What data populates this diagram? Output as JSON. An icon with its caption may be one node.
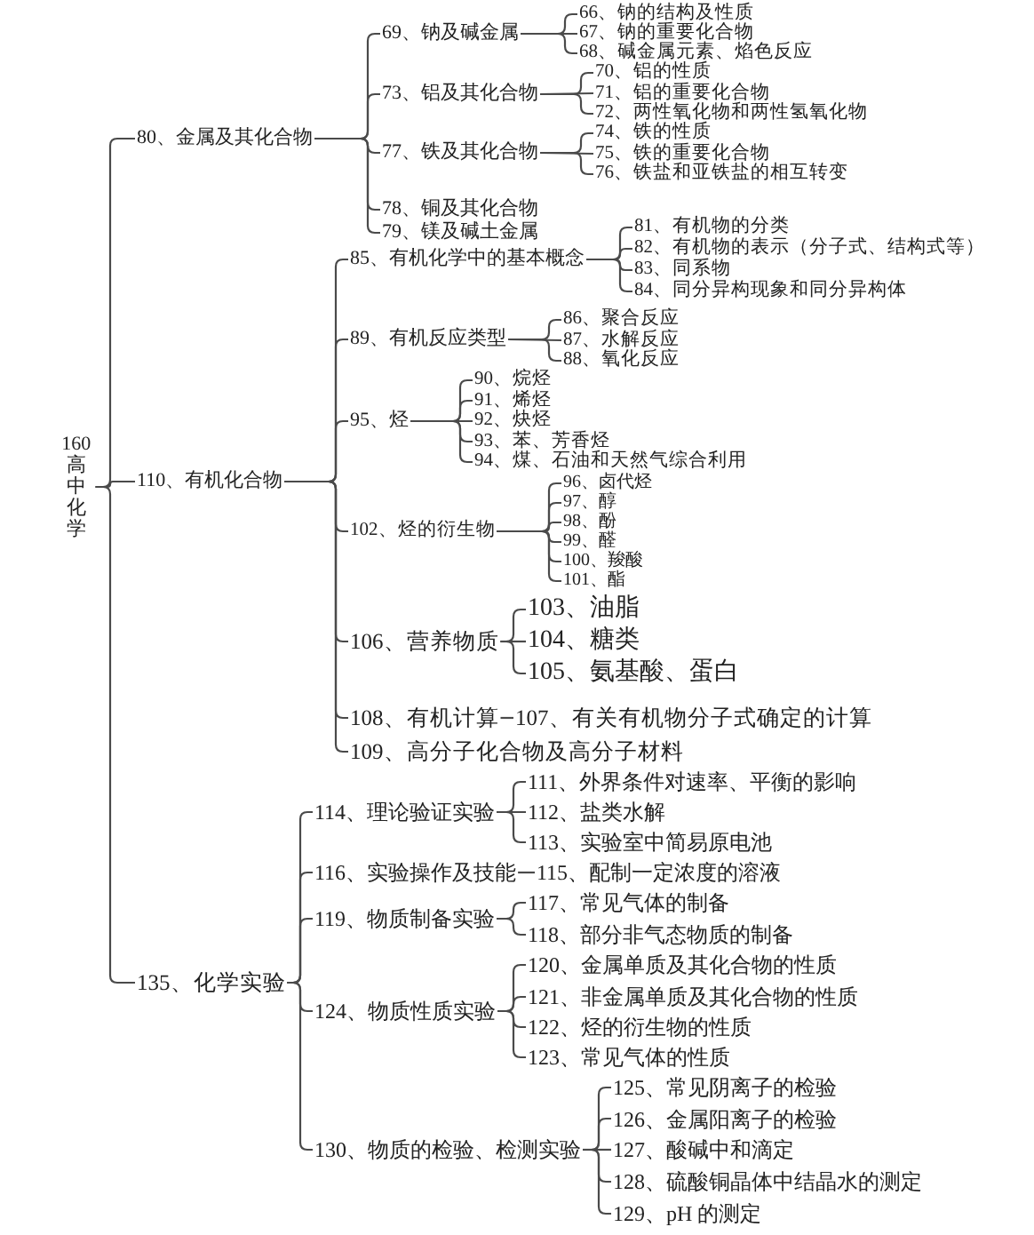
{
  "diagram": {
    "nodes": [
      {
        "text": [
          "160高中化学"
        ]
      },
      {
        "text": [
          "80、金属及其化合物"
        ]
      },
      {
        "text": [
          "69、钠及碱金属"
        ]
      },
      {
        "text": [
          "66、钠的结构及性质"
        ]
      },
      {
        "text": [
          "67、钠的重要化合物"
        ]
      },
      {
        "text": [
          "68、碱金属元素、焰色反应"
        ]
      },
      {
        "text": [
          "73、铝及其化合物"
        ]
      },
      {
        "text": [
          "70、铝的性质"
        ]
      },
      {
        "text": [
          "71、铝的重要化合物"
        ]
      },
      {
        "text": [
          "72、两性氧化物和两性氢氧化物"
        ]
      },
      {
        "text": [
          "77、铁及其化合物"
        ]
      },
      {
        "text": [
          "74、铁的性质"
        ]
      },
      {
        "text": [
          "75、铁的重要化合物"
        ]
      },
      {
        "text": [
          "76、铁盐和亚铁盐的相互转变"
        ]
      },
      {
        "text": [
          "78、铜及其化合物"
        ]
      },
      {
        "text": [
          "79、镁及碱土金属"
        ]
      },
      {
        "text": [
          "110、有机化合物"
        ]
      },
      {
        "text": [
          "85、有机化学中的基本概念"
        ]
      },
      {
        "text": [
          "81、有机物的分类"
        ]
      },
      {
        "text": [
          "82、有机物的表示（分子式、结构式等）"
        ]
      },
      {
        "text": [
          "83、同系物"
        ]
      },
      {
        "text": [
          "84、同分异构现象和同分异构体"
        ]
      },
      {
        "text": [
          "89、有机反应类型"
        ]
      },
      {
        "text": [
          "86、聚合反应"
        ]
      },
      {
        "text": [
          "87、水解反应"
        ]
      },
      {
        "text": [
          "88、氧化反应"
        ]
      },
      {
        "text": [
          "95、烃"
        ]
      },
      {
        "text": [
          "90、烷烃"
        ]
      },
      {
        "text": [
          "91、烯烃"
        ]
      },
      {
        "text": [
          "92、炔烃"
        ]
      },
      {
        "text": [
          "93、苯、芳香烃"
        ]
      },
      {
        "text": [
          "94、煤、石油和天然气综合利用"
        ]
      },
      {
        "text": [
          "102、烃的衍生物"
        ]
      },
      {
        "text": [
          "96、卤代烃"
        ]
      },
      {
        "text": [
          "97、醇"
        ]
      },
      {
        "text": [
          "98、酚"
        ]
      },
      {
        "text": [
          "99、醛"
        ]
      },
      {
        "text": [
          "100、羧酸"
        ]
      },
      {
        "text": [
          "101、酯"
        ]
      },
      {
        "text": [
          "106、营养物质"
        ]
      },
      {
        "text": [
          "103、油脂"
        ]
      },
      {
        "text": [
          "104、糖类"
        ]
      },
      {
        "text": [
          "105、氨基酸、蛋白"
        ]
      },
      {
        "text": [
          "108、有机计算"
        ]
      },
      {
        "text": [
          "107、有关有机物分子式确定的计算"
        ]
      },
      {
        "text": [
          "109、高分子化合物及高分子材料"
        ]
      },
      {
        "text": [
          "135、化学实验"
        ]
      },
      {
        "text": [
          "114、理论验证实验"
        ]
      },
      {
        "text": [
          "111、外界条件对速率、平衡的影响"
        ]
      },
      {
        "text": [
          "112、盐类水解"
        ]
      },
      {
        "text": [
          "113、实验室中简易原电池"
        ]
      },
      {
        "text": [
          "116、实验操作及技能"
        ]
      },
      {
        "text": [
          "115、配制一定浓度的溶液"
        ]
      },
      {
        "text": [
          "119、物质制备实验"
        ]
      },
      {
        "text": [
          "117、常见气体的制备"
        ]
      },
      {
        "text": [
          "118、部分非气态物质的制备"
        ]
      },
      {
        "text": [
          "124、物质性质实验"
        ]
      },
      {
        "text": [
          "120、金属单质及其化合物的性质"
        ]
      },
      {
        "text": [
          "121、非金属单质及其化合物的性质"
        ]
      },
      {
        "text": [
          "122、烃的衍生物的性质"
        ]
      },
      {
        "text": [
          "123、常见气体的性质"
        ]
      },
      {
        "text": [
          "130、物质的检验、检测实验"
        ]
      },
      {
        "text": [
          "125、常见阴离子的检验"
        ]
      },
      {
        "text": [
          "126、金属阳离子的检验"
        ]
      },
      {
        "text": [
          "127、酸碱中和滴定"
        ]
      },
      {
        "text": [
          "128、硫酸铜晶体中结晶水的测定"
        ]
      },
      {
        "text": [
          "129、pH 的测定"
        ]
      }
    ],
    "edges": [
      {
        "from": 0,
        "to": 1,
        "arrow": "none"
      },
      {
        "from": 0,
        "to": 16,
        "arrow": "none"
      },
      {
        "from": 0,
        "to": 46,
        "arrow": "none"
      },
      {
        "from": 1,
        "to": 2,
        "arrow": "none"
      },
      {
        "from": 1,
        "to": 6,
        "arrow": "none"
      },
      {
        "from": 1,
        "to": 10,
        "arrow": "none"
      },
      {
        "from": 1,
        "to": 14,
        "arrow": "none"
      },
      {
        "from": 1,
        "to": 15,
        "arrow": "none"
      },
      {
        "from": 2,
        "to": 3,
        "arrow": "none"
      },
      {
        "from": 2,
        "to": 4,
        "arrow": "none"
      },
      {
        "from": 2,
        "to": 5,
        "arrow": "none"
      },
      {
        "from": 6,
        "to": 7,
        "arrow": "none"
      },
      {
        "from": 6,
        "to": 8,
        "arrow": "none"
      },
      {
        "from": 6,
        "to": 9,
        "arrow": "none"
      },
      {
        "from": 10,
        "to": 11,
        "arrow": "none"
      },
      {
        "from": 10,
        "to": 12,
        "arrow": "none"
      },
      {
        "from": 10,
        "to": 13,
        "arrow": "none"
      },
      {
        "from": 16,
        "to": 17,
        "arrow": "none"
      },
      {
        "from": 16,
        "to": 22,
        "arrow": "none"
      },
      {
        "from": 16,
        "to": 26,
        "arrow": "none"
      },
      {
        "from": 16,
        "to": 32,
        "arrow": "none"
      },
      {
        "from": 16,
        "to": 39,
        "arrow": "none"
      },
      {
        "from": 16,
        "to": 43,
        "arrow": "none"
      },
      {
        "from": 16,
        "to": 45,
        "arrow": "none"
      },
      {
        "from": 17,
        "to": 18,
        "arrow": "none"
      },
      {
        "from": 17,
        "to": 19,
        "arrow": "none"
      },
      {
        "from": 17,
        "to": 20,
        "arrow": "none"
      },
      {
        "from": 17,
        "to": 21,
        "arrow": "none"
      },
      {
        "from": 22,
        "to": 23,
        "arrow": "none"
      },
      {
        "from": 22,
        "to": 24,
        "arrow": "none"
      },
      {
        "from": 22,
        "to": 25,
        "arrow": "none"
      },
      {
        "from": 26,
        "to": 27,
        "arrow": "none"
      },
      {
        "from": 26,
        "to": 28,
        "arrow": "none"
      },
      {
        "from": 26,
        "to": 29,
        "arrow": "none"
      },
      {
        "from": 26,
        "to": 30,
        "arrow": "none"
      },
      {
        "from": 26,
        "to": 31,
        "arrow": "none"
      },
      {
        "from": 32,
        "to": 33,
        "arrow": "none"
      },
      {
        "from": 32,
        "to": 34,
        "arrow": "none"
      },
      {
        "from": 32,
        "to": 35,
        "arrow": "none"
      },
      {
        "from": 32,
        "to": 36,
        "arrow": "none"
      },
      {
        "from": 32,
        "to": 37,
        "arrow": "none"
      },
      {
        "from": 32,
        "to": 38,
        "arrow": "none"
      },
      {
        "from": 39,
        "to": 40,
        "arrow": "none"
      },
      {
        "from": 39,
        "to": 41,
        "arrow": "none"
      },
      {
        "from": 39,
        "to": 42,
        "arrow": "none"
      },
      {
        "from": 43,
        "to": 44,
        "arrow": "none"
      },
      {
        "from": 46,
        "to": 47,
        "arrow": "none"
      },
      {
        "from": 46,
        "to": 51,
        "arrow": "none"
      },
      {
        "from": 46,
        "to": 53,
        "arrow": "none"
      },
      {
        "from": 46,
        "to": 56,
        "arrow": "none"
      },
      {
        "from": 46,
        "to": 61,
        "arrow": "none"
      },
      {
        "from": 47,
        "to": 48,
        "arrow": "none"
      },
      {
        "from": 47,
        "to": 49,
        "arrow": "none"
      },
      {
        "from": 47,
        "to": 50,
        "arrow": "none"
      },
      {
        "from": 51,
        "to": 52,
        "arrow": "none"
      },
      {
        "from": 53,
        "to": 54,
        "arrow": "none"
      },
      {
        "from": 53,
        "to": 55,
        "arrow": "none"
      },
      {
        "from": 56,
        "to": 57,
        "arrow": "none"
      },
      {
        "from": 56,
        "to": 58,
        "arrow": "none"
      },
      {
        "from": 56,
        "to": 59,
        "arrow": "none"
      },
      {
        "from": 56,
        "to": 60,
        "arrow": "none"
      },
      {
        "from": 61,
        "to": 62,
        "arrow": "none"
      },
      {
        "from": 61,
        "to": 63,
        "arrow": "none"
      },
      {
        "from": 61,
        "to": 64,
        "arrow": "none"
      },
      {
        "from": 61,
        "to": 65,
        "arrow": "none"
      },
      {
        "from": 61,
        "to": 66,
        "arrow": "none"
      }
    ]
  }
}
